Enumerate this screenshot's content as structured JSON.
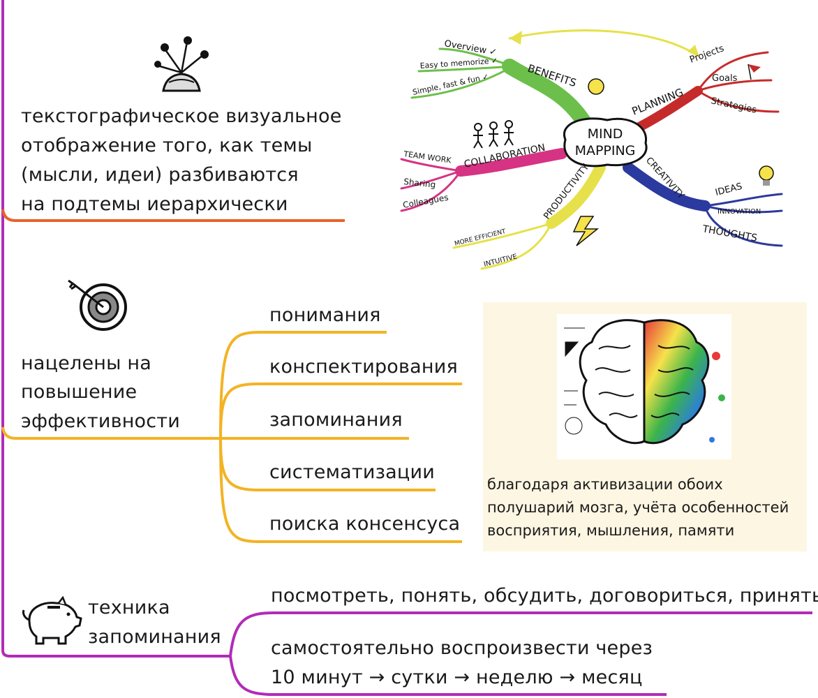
{
  "colors": {
    "trunk": "#b22bb8",
    "section1": "#e8622a",
    "section2": "#f3b324",
    "section3": "#b22bb8",
    "panel": "#fdf6e3"
  },
  "section1": {
    "icon": "idea-burst-icon",
    "lines": [
      "текстографическое визуальное",
      "отображение того, как темы",
      "(мысли, идеи) разбиваются",
      "на подтемы иерархически"
    ]
  },
  "mindmap": {
    "center": [
      "MIND",
      "MAPPING"
    ],
    "benefits": "BENEFITS",
    "benefits_items": [
      "Overview ✓",
      "Easy to memorize ✓",
      "Simple, fast & fun ✓"
    ],
    "planning": "PLANNING",
    "planning_items": [
      "Projects",
      "Goals",
      "Strategies"
    ],
    "collaboration": "COLLABORATION",
    "collaboration_items": [
      "TEAM WORK",
      "Sharing",
      "Colleagues"
    ],
    "creativity": "CREATIVITY",
    "creativity_items": [
      "IDEAS",
      "INNOVATION",
      "THOUGHTS"
    ],
    "productivity": "PRODUCTIVITY",
    "productivity_items": [
      "MORE EFFICIENT",
      "INTUITIVE"
    ]
  },
  "section2": {
    "icon": "target-icon",
    "lines": [
      "нацелены на",
      "повышение",
      "эффективности"
    ],
    "items": [
      "понимания",
      "конспектирования",
      "запоминания",
      "систематизации",
      "поиска консенсуса"
    ]
  },
  "brain": {
    "icon": "brain-icon",
    "caption": [
      "благодаря активизации обоих",
      "полушарий мозга, учёта особенностей",
      "восприятия, мышления, памяти"
    ]
  },
  "section3": {
    "icon": "piggy-bank-icon",
    "lines": [
      "техника",
      "запоминания"
    ],
    "items": [
      [
        "посмотреть, понять, обсудить, договориться, принять"
      ],
      [
        "самостоятельно воспроизвести через",
        "10 минут → сутки → неделю → месяц"
      ]
    ]
  }
}
